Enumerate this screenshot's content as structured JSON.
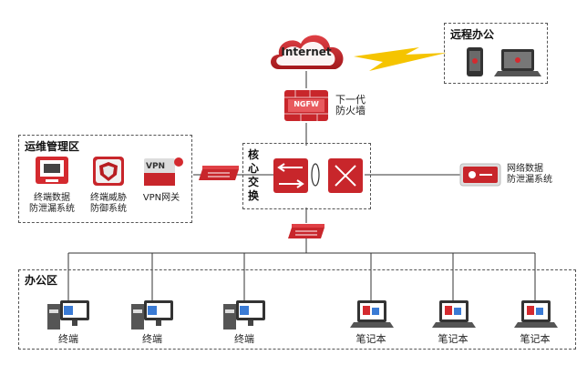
{
  "diagram": {
    "internet": {
      "label": "Internet"
    },
    "firewall": {
      "badge": "NGFW",
      "label_line1": "下一代",
      "label_line2": "防火墙"
    },
    "remote_office": {
      "title": "远程办公"
    },
    "ops_zone": {
      "title": "运维管理区",
      "items": [
        {
          "label_line1": "终端数据",
          "label_line2": "防泄漏系统"
        },
        {
          "label_line1": "终端威胁",
          "label_line2": "防御系统"
        },
        {
          "label_line1": "VPN网关",
          "badge": "VPN"
        }
      ]
    },
    "core": {
      "title_chars": [
        "核",
        "心",
        "交",
        "换"
      ]
    },
    "network_dlp": {
      "label_line1": "网络数据",
      "label_line2": "防泄漏系统"
    },
    "office_zone": {
      "title": "办公区",
      "devices": [
        {
          "label": "终端"
        },
        {
          "label": "终端"
        },
        {
          "label": "终端"
        },
        {
          "label": "笔记本"
        },
        {
          "label": "笔记本"
        },
        {
          "label": "笔记本"
        }
      ]
    },
    "colors": {
      "accent": "#d42a2f",
      "accent_dark": "#a3181c",
      "line": "#333333",
      "bolt": "#f5c400"
    }
  }
}
